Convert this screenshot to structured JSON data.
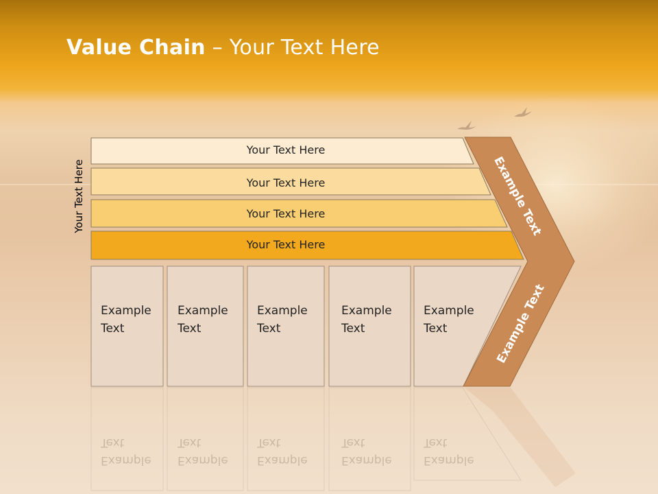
{
  "slide": {
    "title_bold": "Value Chain",
    "title_rest": " – Your Text Here",
    "side_label": "Your Text Here"
  },
  "bars": [
    {
      "label": "Your Text Here",
      "color": "#fdecd2"
    },
    {
      "label": "Your Text Here",
      "color": "#fbdc9e"
    },
    {
      "label": "Your Text Here",
      "color": "#f9cd72"
    },
    {
      "label": "Your Text Here",
      "color": "#f3a91d"
    }
  ],
  "boxes": [
    {
      "line1": "Example",
      "line2": "Text"
    },
    {
      "line1": "Example",
      "line2": "Text"
    },
    {
      "line1": "Example",
      "line2": "Text"
    },
    {
      "line1": "Example",
      "line2": "Text"
    },
    {
      "line1": "Example",
      "line2": "Text"
    }
  ],
  "arrow": {
    "upper_label": "Example Text",
    "lower_label": "Example Text",
    "color": "#c98a55"
  },
  "colors": {
    "box_fill": "#ebd7c5",
    "box_stroke": "#9e8e7e",
    "bar_stroke": "#8c7a5a"
  }
}
